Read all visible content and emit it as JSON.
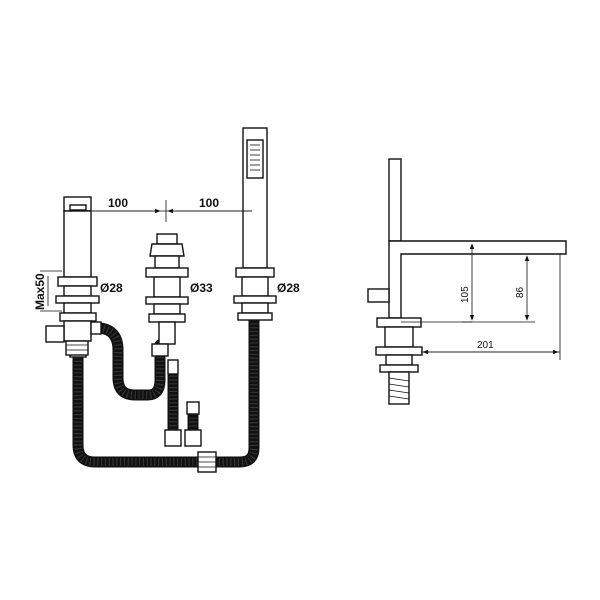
{
  "labels": {
    "spacing_left": "100",
    "spacing_right": "100",
    "max_thickness": "Max50",
    "dia_left": "Ø28",
    "dia_center": "Ø33",
    "dia_right": "Ø28",
    "height_total": "105",
    "height_spout": "86",
    "reach": "201"
  }
}
